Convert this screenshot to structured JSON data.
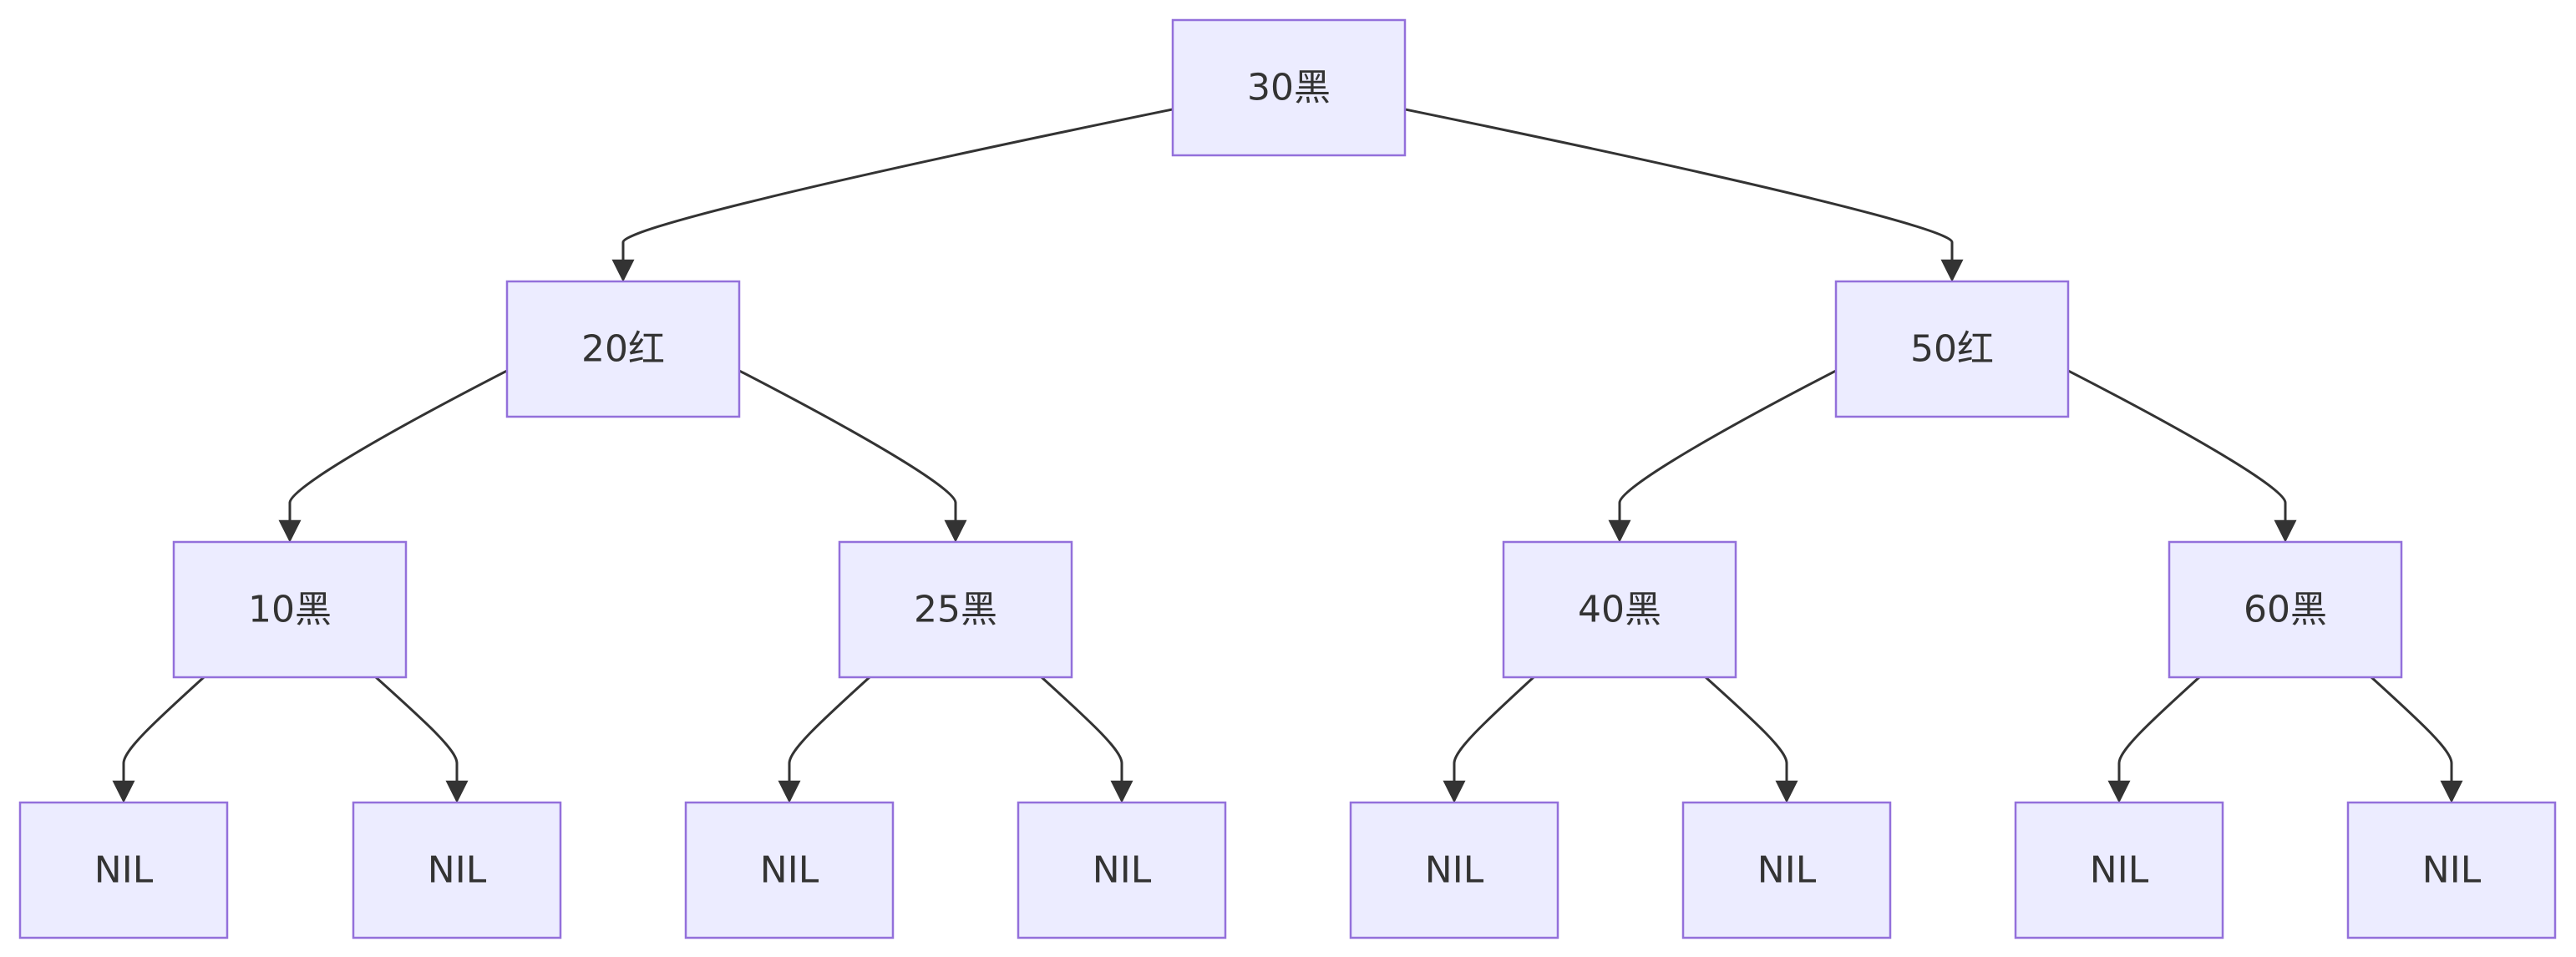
{
  "diagram": {
    "type": "flowchart-tree",
    "colors": {
      "node_fill": "#ECECFF",
      "node_stroke": "#9370DB",
      "edge": "#333333",
      "text": "#333333"
    },
    "nodes": [
      {
        "id": "n30",
        "label": "30黑"
      },
      {
        "id": "n20",
        "label": "20红"
      },
      {
        "id": "n50",
        "label": "50红"
      },
      {
        "id": "n10",
        "label": "10黑"
      },
      {
        "id": "n25",
        "label": "25黑"
      },
      {
        "id": "n40",
        "label": "40黑"
      },
      {
        "id": "n60",
        "label": "60黑"
      },
      {
        "id": "nil1",
        "label": "NIL"
      },
      {
        "id": "nil2",
        "label": "NIL"
      },
      {
        "id": "nil3",
        "label": "NIL"
      },
      {
        "id": "nil4",
        "label": "NIL"
      },
      {
        "id": "nil5",
        "label": "NIL"
      },
      {
        "id": "nil6",
        "label": "NIL"
      },
      {
        "id": "nil7",
        "label": "NIL"
      },
      {
        "id": "nil8",
        "label": "NIL"
      }
    ],
    "edges": [
      {
        "from": "n30",
        "to": "n20"
      },
      {
        "from": "n30",
        "to": "n50"
      },
      {
        "from": "n20",
        "to": "n10"
      },
      {
        "from": "n20",
        "to": "n25"
      },
      {
        "from": "n50",
        "to": "n40"
      },
      {
        "from": "n50",
        "to": "n60"
      },
      {
        "from": "n10",
        "to": "nil1"
      },
      {
        "from": "n10",
        "to": "nil2"
      },
      {
        "from": "n25",
        "to": "nil3"
      },
      {
        "from": "n25",
        "to": "nil4"
      },
      {
        "from": "n40",
        "to": "nil5"
      },
      {
        "from": "n40",
        "to": "nil6"
      },
      {
        "from": "n60",
        "to": "nil7"
      },
      {
        "from": "n60",
        "to": "nil8"
      }
    ]
  }
}
